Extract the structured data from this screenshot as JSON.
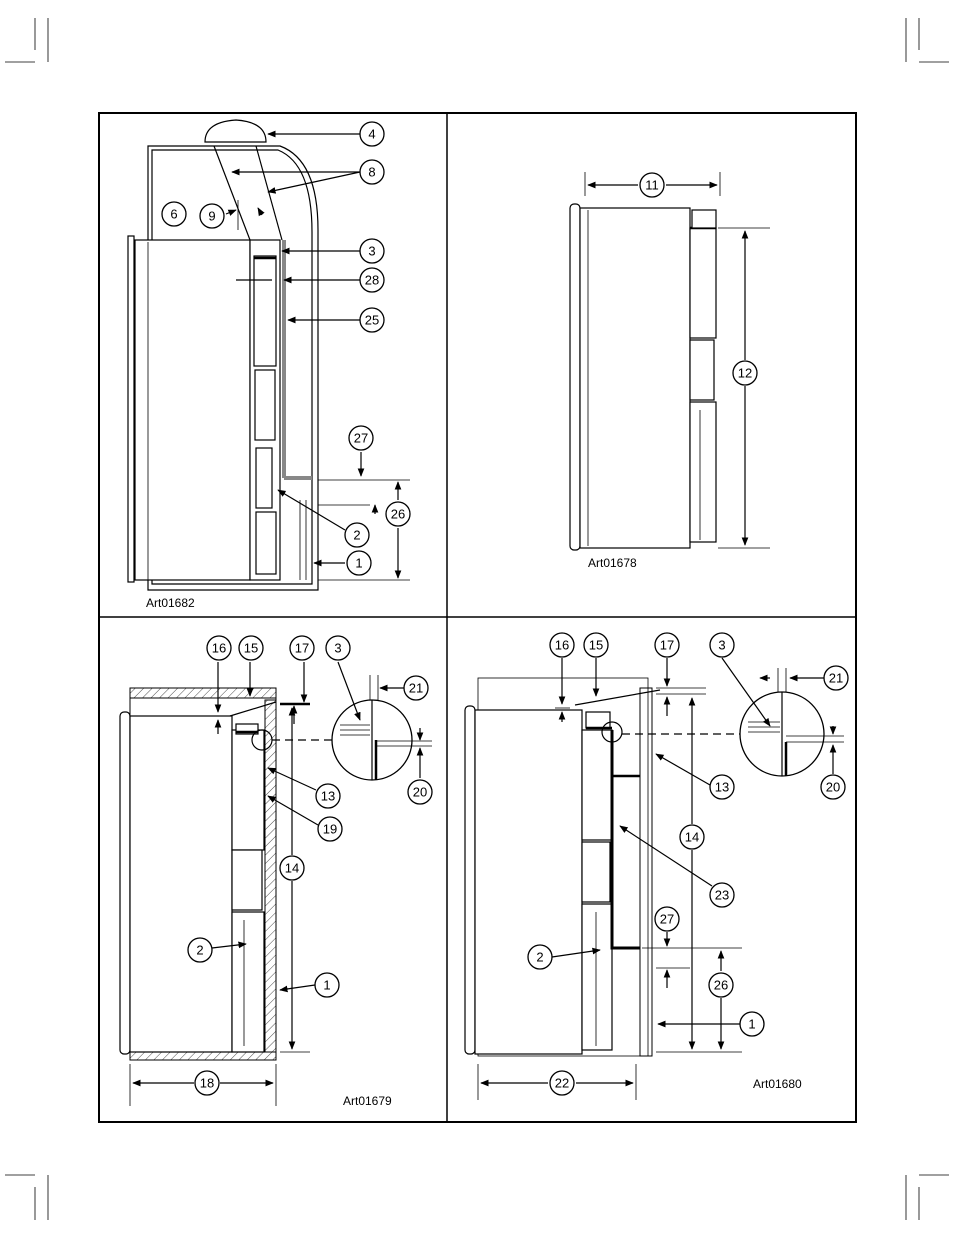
{
  "panels": [
    {
      "art_label": "Art01682",
      "callouts": [
        {
          "text": "4"
        },
        {
          "text": "8"
        },
        {
          "text": "6"
        },
        {
          "text": "9"
        },
        {
          "text": "3"
        },
        {
          "text": "28"
        },
        {
          "text": "25"
        },
        {
          "text": "27"
        },
        {
          "text": "26"
        },
        {
          "text": "2"
        },
        {
          "text": "1"
        }
      ]
    },
    {
      "art_label": "Art01678",
      "callouts": [
        {
          "text": "11"
        },
        {
          "text": "12"
        }
      ]
    },
    {
      "art_label": "Art01679",
      "callouts": [
        {
          "text": "16"
        },
        {
          "text": "15"
        },
        {
          "text": "17"
        },
        {
          "text": "3"
        },
        {
          "text": "21"
        },
        {
          "text": "20"
        },
        {
          "text": "13"
        },
        {
          "text": "19"
        },
        {
          "text": "14"
        },
        {
          "text": "2"
        },
        {
          "text": "1"
        },
        {
          "text": "18"
        }
      ]
    },
    {
      "art_label": "Art01680",
      "callouts": [
        {
          "text": "16"
        },
        {
          "text": "15"
        },
        {
          "text": "17"
        },
        {
          "text": "3"
        },
        {
          "text": "21"
        },
        {
          "text": "20"
        },
        {
          "text": "13"
        },
        {
          "text": "14"
        },
        {
          "text": "23"
        },
        {
          "text": "27"
        },
        {
          "text": "2"
        },
        {
          "text": "26"
        },
        {
          "text": "1"
        },
        {
          "text": "22"
        }
      ]
    }
  ]
}
